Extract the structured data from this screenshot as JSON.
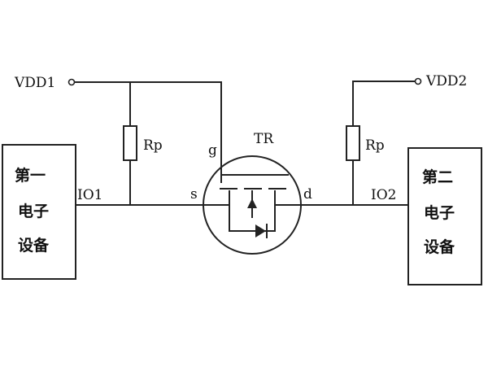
{
  "labels": {
    "vdd1": "VDD1",
    "vdd2": "VDD2",
    "rp_left": "Rp",
    "rp_right": "Rp",
    "tr": "TR",
    "g": "g",
    "s": "s",
    "d": "d",
    "io1": "IO1",
    "io2": "IO2"
  },
  "device_left": {
    "line1": "第一",
    "line2": "电子",
    "line3": "设备"
  },
  "device_right": {
    "line1": "第二",
    "line2": "电子",
    "line3": "设备"
  }
}
